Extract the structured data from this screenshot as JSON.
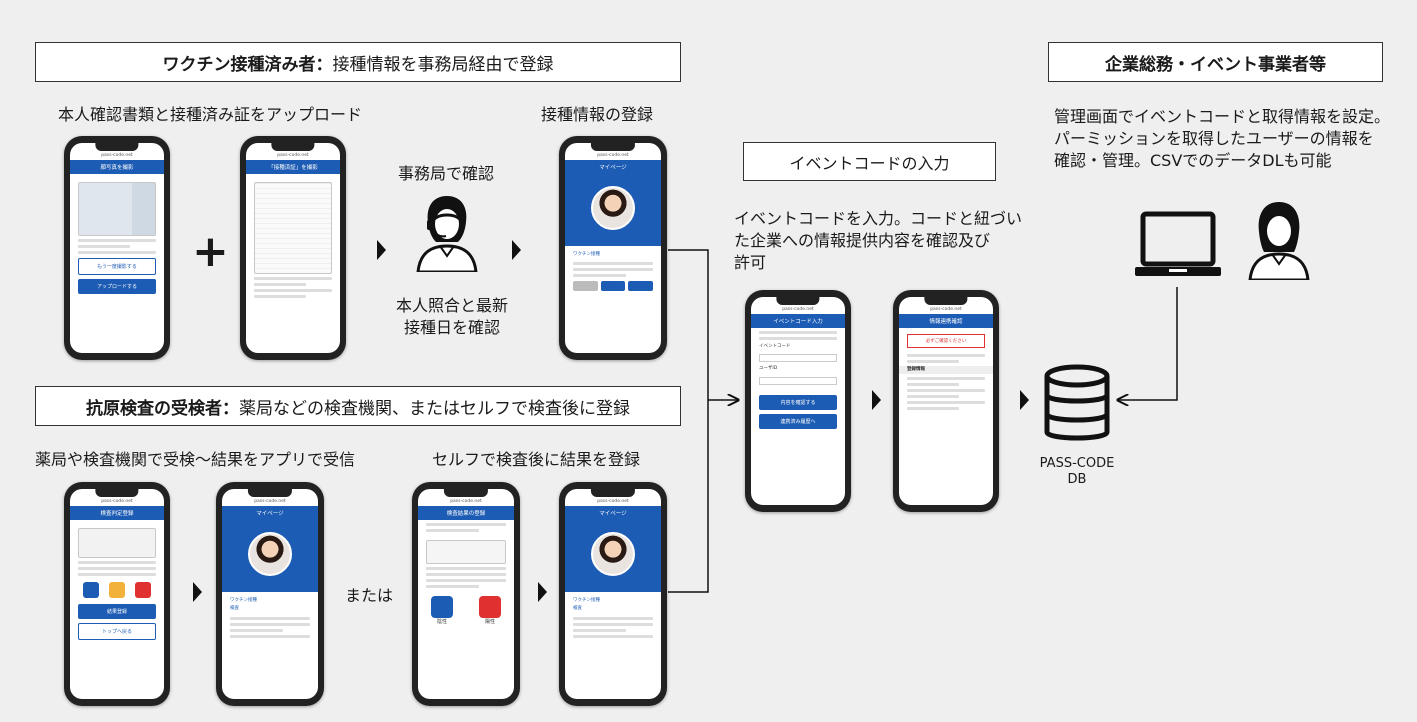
{
  "vaccine_box": {
    "bold": "ワクチン接種済み者：",
    "rest": "接種情報を事務局経由で登録"
  },
  "antigen_box": {
    "bold": "抗原検査の受検者：",
    "rest": "薬局などの検査機関、またはセルフで検査後に登録"
  },
  "company_box": {
    "title": "企業総務・イベント事業者等"
  },
  "event_box": {
    "title": "イベントコードの入力"
  },
  "labels": {
    "upload": "本人確認書類と接種済み証をアップロード",
    "register_vaccine": "接種情報の登録",
    "office_confirm": "事務局で確認",
    "identity_line1": "本人照合と最新",
    "identity_line2": "接種日を確認",
    "pharmacy": "薬局や検査機関で受検～結果をアプリで受信",
    "self_test": "セルフで検査後に結果を登録",
    "or": "または",
    "event_desc_1": "イベントコードを入力。コードと紐づい",
    "event_desc_2": "た企業への情報提供内容を確認及び",
    "event_desc_3": "許可",
    "admin_1": "管理画面でイベントコードと取得情報を設定。",
    "admin_2": "パーミッションを取得したユーザーの情報を",
    "admin_3": "確認・管理。CSVでのデータDLも可能",
    "db_1": "PASS-CODE",
    "db_2": "DB",
    "plus": "+"
  },
  "phones": {
    "p1": {
      "url": "pass-code.net",
      "header": "顔写真を撮影",
      "btn1": "もう一度撮影する",
      "btn2": "アップロードする"
    },
    "p2": {
      "url": "pass-code.net",
      "header": "「接種済証」を撮影"
    },
    "p3": {
      "url": "pass-code.net",
      "header": "マイページ",
      "section": "ワクチン接種"
    },
    "p4": {
      "url": "pass-code.net",
      "header": "イベントコード入力",
      "field1": "イベントコード",
      "field2": "ユーザID",
      "btn1": "内容を確認する",
      "btn2": "連携済み履歴へ"
    },
    "p5": {
      "url": "pass-code.net",
      "header": "情報連携確認",
      "warn": "必ずご確認ください",
      "section": "登録情報"
    },
    "p6": {
      "url": "pass-code.net",
      "header": "検査判定登録",
      "btn1": "結果登録",
      "btn2": "トップへ戻る"
    },
    "p7": {
      "url": "pass-code.net",
      "header": "マイページ",
      "section": "ワクチン接種",
      "section2": "検査"
    },
    "p8": {
      "url": "pass-code.net",
      "header": "検査結果の登録",
      "result_a": "陰性",
      "result_b": "陽性"
    },
    "p9": {
      "url": "pass-code.net",
      "header": "マイページ",
      "section": "ワクチン接種",
      "section2": "検査"
    }
  },
  "icons": {
    "operator": "headset-operator-icon",
    "laptop": "laptop-icon",
    "person": "person-icon",
    "database": "database-icon"
  },
  "colors": {
    "app_blue": "#1d5cb4",
    "background": "#efefef",
    "warning": "#e03030"
  }
}
